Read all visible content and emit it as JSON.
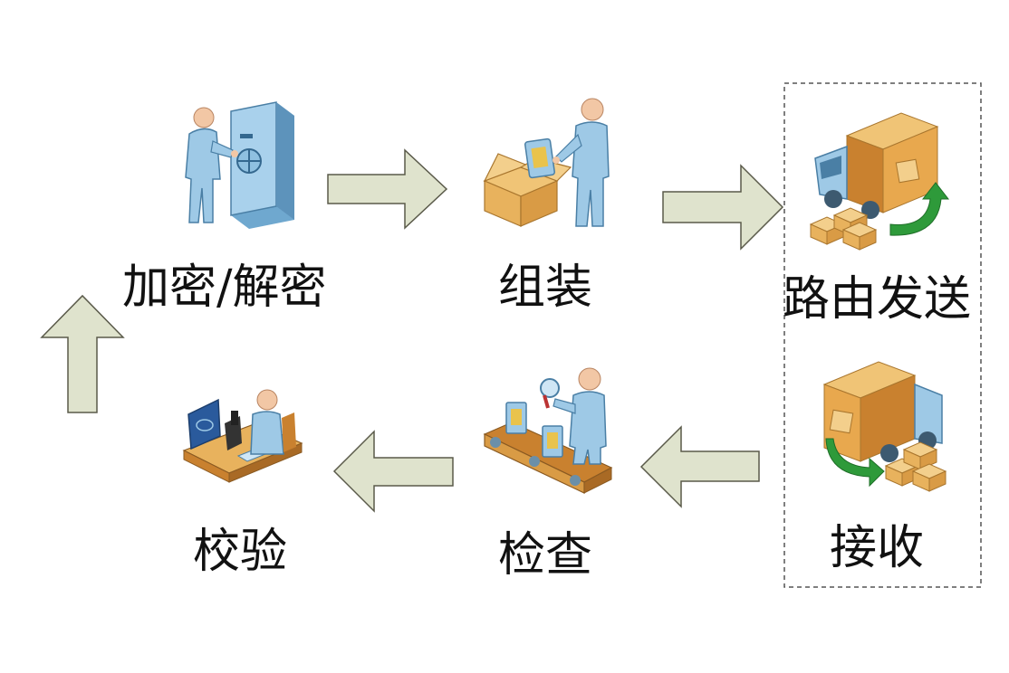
{
  "steps": {
    "encrypt_decrypt": {
      "label": "加密/解密",
      "icon": "person-at-safe-icon"
    },
    "assemble": {
      "label": "组装",
      "icon": "person-packing-box-icon"
    },
    "route_send": {
      "label": "路由发送",
      "icon": "delivery-truck-loading-icon"
    },
    "receive": {
      "label": "接收",
      "icon": "delivery-truck-unloading-icon"
    },
    "inspect": {
      "label": "检查",
      "icon": "person-inspecting-conveyor-icon"
    },
    "verify": {
      "label": "校验",
      "icon": "person-at-lab-desk-icon"
    }
  },
  "colors": {
    "arrow_fill": "#dfe3cd",
    "arrow_stroke": "#5a5a4a",
    "person": "#9ec9e6",
    "skin": "#f2c7a5",
    "box": "#e8b25d",
    "truck_body": "#d9923f",
    "green_arrow": "#2e9a3a",
    "group_border": "#555555"
  }
}
